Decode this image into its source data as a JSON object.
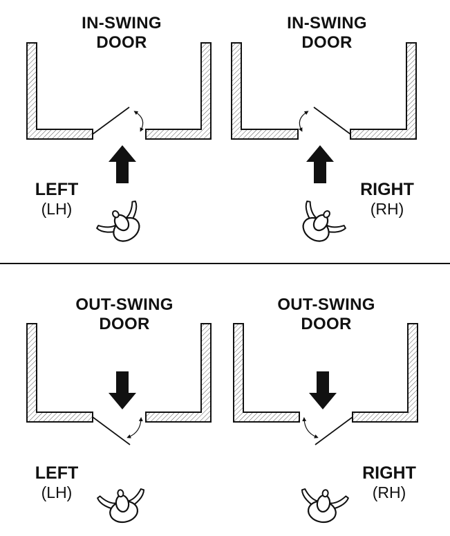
{
  "panels": [
    {
      "title_line1": "IN-SWING",
      "title_line2": "DOOR",
      "hand": "LEFT",
      "hand_abbr": "(LH)"
    },
    {
      "title_line1": "IN-SWING",
      "title_line2": "DOOR",
      "hand": "RIGHT",
      "hand_abbr": "(RH)"
    },
    {
      "title_line1": "OUT-SWING",
      "title_line2": "DOOR",
      "hand": "LEFT",
      "hand_abbr": "(LH)"
    },
    {
      "title_line1": "OUT-SWING",
      "title_line2": "DOOR",
      "hand": "RIGHT",
      "hand_abbr": "(RH)"
    }
  ],
  "colors": {
    "ink": "#111111",
    "wall_hatch": "#555555"
  },
  "icons": [
    "wall-hatch",
    "door-leaf",
    "swing-arc-arrow",
    "direction-arrow",
    "person-top-view"
  ]
}
